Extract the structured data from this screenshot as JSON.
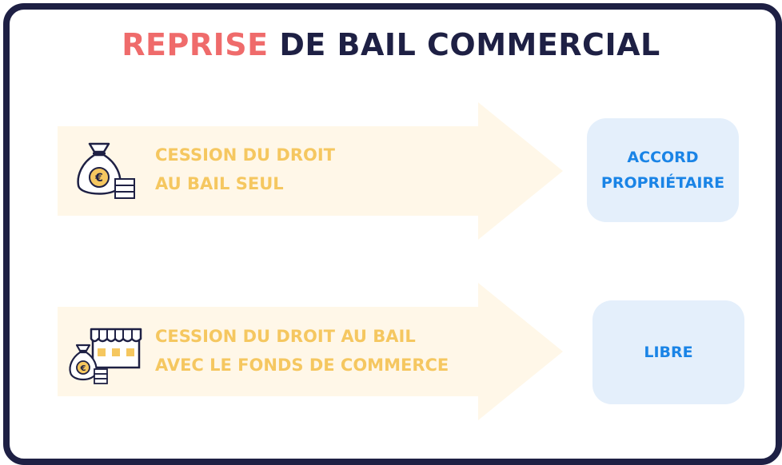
{
  "title": {
    "accent": "REPRISE",
    "rest": "DE BAIL COMMERCIAL"
  },
  "rows": [
    {
      "icon": "money-bag-euro-icon",
      "label_line1": "CESSION DU DROIT",
      "label_line2": "AU BAIL SEUL",
      "result_line1": "ACCORD",
      "result_line2": "PROPRIÉTAIRE"
    },
    {
      "icon": "shop-money-bag-icon",
      "label_line1": "CESSION DU DROIT AU BAIL",
      "label_line2": "AVEC LE FONDS DE COMMERCE",
      "result_line1": "LIBRE"
    }
  ],
  "colors": {
    "frame": "#1e2044",
    "accent": "#ef6b6b",
    "arrow_fill": "#fff7e8",
    "arrow_text": "#f5c760",
    "result_bg": "#e4effb",
    "result_text": "#1a84e6"
  }
}
